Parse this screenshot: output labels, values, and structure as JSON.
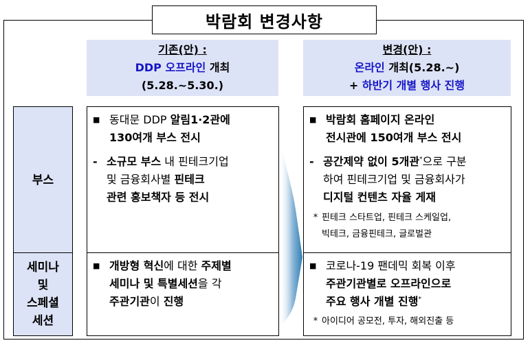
{
  "title": "박람회 변경사항",
  "columns": {
    "before": {
      "heading": "기존(안) :",
      "line2_blue": "DDP 오프라인",
      "line2_rest": " 개최",
      "line3": "(5.28.~5.30.)"
    },
    "after": {
      "heading": "변경(안) :",
      "line2_blue": "온라인",
      "line2_rest": " 개최(5.28.~)",
      "line3_prefix": "+ ",
      "line3_blue": "하반기 개별 행사 진행"
    }
  },
  "rows": [
    {
      "label_lines": [
        "부스"
      ],
      "before": {
        "bullet": {
          "p1": "동대문 DDP ",
          "p1_bold": "알림1·2관에",
          "p2_bold": "130여개 부스 전시"
        },
        "dash": {
          "p1_bold": "소규모 부스",
          "p1": " 내 핀테크기업",
          "p2": "및 금융회사별 ",
          "p2_bold": "핀테크",
          "p3_bold": "관련 홍보책자 등 전시"
        }
      },
      "after": {
        "bullet": {
          "p1_bold": "박람회 홈페이지 온라인",
          "p2_bold": "전시관에 150여개 부스 전시"
        },
        "dash": {
          "p1_bold": "공간제약 없이 5개관",
          "p1_sup": "*",
          "p1": "으로 구분",
          "p2": "하여 핀테크기업 및 금융회사가",
          "p3_bold": "디지털 컨텐츠 자율 게재"
        },
        "note": {
          "star": "*",
          "line1": "핀테크 스타트업, 핀테크 스케일업,",
          "line2": "빅테크, 금융핀테크, 글로벌관"
        }
      }
    },
    {
      "label_lines": [
        "세미나",
        "및",
        "스페셜",
        "세션"
      ],
      "before": {
        "bullet": {
          "p1_bold": "개방형 혁신",
          "p1": "에 대한 ",
          "p1_bold2": "주제별",
          "p2_bold": "세미나 및 특별세션",
          "p2": "을 각",
          "p3_bold": "주관기관",
          "p3": "이 ",
          "p3_bold2": "진행"
        }
      },
      "after": {
        "bullet": {
          "p1": "코로나-19 팬데믹 회복 이후",
          "p2_bold": "주관기관별로 오프라인으로",
          "p3_bold": "주요 행사 개별 진행",
          "p3_sup": "*"
        },
        "note": {
          "star": "*",
          "line1": "아이디어 공모전, 투자, 해외진출 등"
        }
      }
    }
  ],
  "icons": {
    "bullet": "■",
    "dash": "-",
    "arrow": "chevron-right-arrow"
  },
  "colors": {
    "header_bg": "#dde3f6",
    "label_bg": "#dde3f6",
    "blue_text": "#1515c8",
    "arrow": "#2f7fb4"
  }
}
